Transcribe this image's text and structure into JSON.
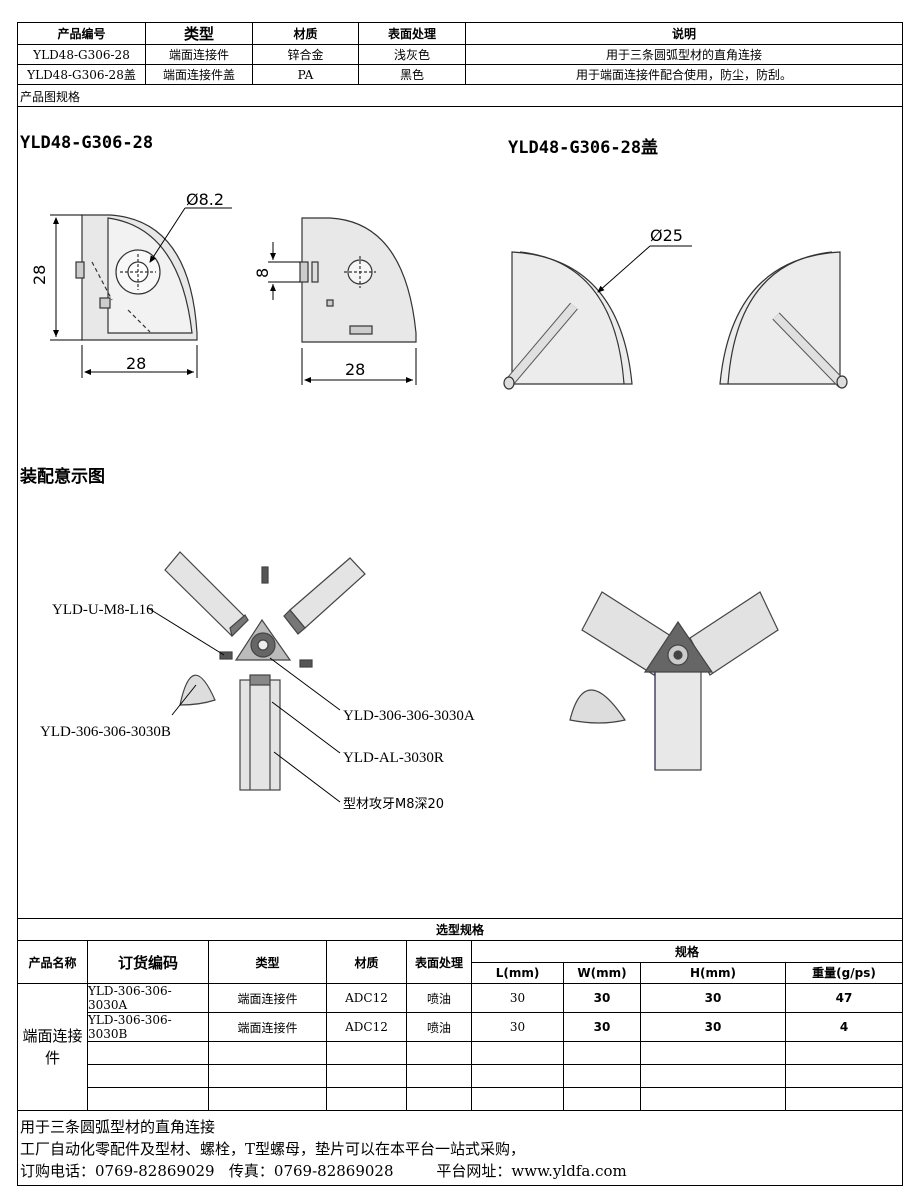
{
  "top_table": {
    "headers": [
      "产品编号",
      "类型",
      "材质",
      "表面处理",
      "说明"
    ],
    "rows": [
      [
        "YLD48-G306-28",
        "端面连接件",
        "锌合金",
        "浅灰色",
        "用于三条圆弧型材的直角连接"
      ],
      [
        "YLD48-G306-28盖",
        "端面连接件盖",
        "PA",
        "黑色",
        "用于端面连接件配合使用，防尘，防刮。"
      ]
    ]
  },
  "section_label": "产品图规格",
  "drawing": {
    "title_left": "YLD48-G306-28",
    "title_right": "YLD48-G306-28盖",
    "dims": {
      "hole_dia": "Ø8.2",
      "height": "28",
      "width_front": "28",
      "slot": "8",
      "width_side": "28",
      "cap_dia": "Ø25"
    }
  },
  "assembly": {
    "title": "装配意示图",
    "labels": {
      "screw": "YLD-U-M8-L16",
      "cap": "YLD-306-306-3030B",
      "connector": "YLD-306-306-3030A",
      "profile": "YLD-AL-3030R",
      "note": "型材攻牙M8深20"
    }
  },
  "spec": {
    "title": "选型规格",
    "headers": {
      "name": "产品名称",
      "code": "订货编码",
      "type": "类型",
      "material": "材质",
      "finish": "表面处理",
      "group": "规格",
      "l": "L(mm)",
      "w": "W(mm)",
      "h": "H(mm)",
      "weight": "重量(g/ps)"
    },
    "product_name": "端面连接件",
    "rows": [
      {
        "code": "YLD-306-306-3030A",
        "type": "端面连接件",
        "material": "ADC12",
        "finish": "喷油",
        "l": "30",
        "w": "30",
        "h": "30",
        "weight": "47"
      },
      {
        "code": "YLD-306-306-3030B",
        "type": "端面连接件",
        "material": "ADC12",
        "finish": "喷油",
        "l": "30",
        "w": "30",
        "h": "30",
        "weight": "4"
      }
    ]
  },
  "footer": {
    "line1": "用于三条圆弧型材的直角连接",
    "line2": "工厂自动化零配件及型材、螺栓，T型螺母，垫片可以在本平台一站式采购，",
    "phone": "订购电话：0769-82869029",
    "fax": "传真：0769-82869028",
    "site": "平台网址：www.yldfa.com"
  }
}
